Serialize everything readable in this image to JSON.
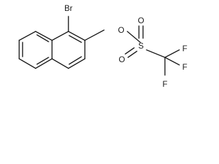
{
  "molecule": {
    "atoms": {
      "bromine": "Br",
      "ester_oxygen": "O",
      "sulfur": "S",
      "sulfonyl_oxygen_top": "O",
      "sulfonyl_oxygen_bottom": "O",
      "fluorine_right_top": "F",
      "fluorine_right_bottom": "F",
      "fluorine_bottom": "F"
    }
  }
}
